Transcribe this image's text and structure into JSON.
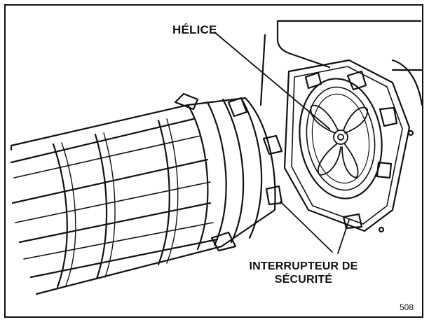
{
  "labels": {
    "helice": "HÉLICE",
    "interrupteur_line1": "INTERRUPTEUR DE",
    "interrupteur_line2": "SÉCURITÉ"
  },
  "figure_number": "508",
  "colors": {
    "ink": "#111111",
    "background": "#ffffff"
  }
}
